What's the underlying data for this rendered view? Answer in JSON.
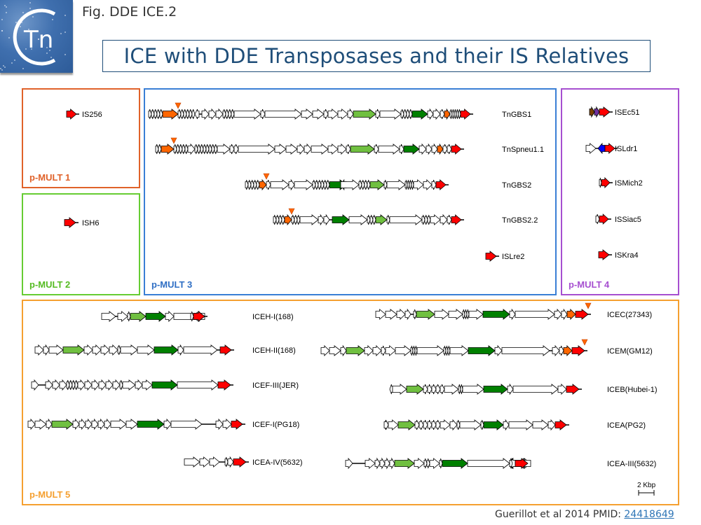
{
  "header": {
    "logo_text": "Tn",
    "fig_label": "Fig. DDE ICE.2",
    "title": "ICE with DDE Transposases and their IS Relatives"
  },
  "colors": {
    "transposase": "#ff0000",
    "relaxase": "#ff6600",
    "coupling_protein": "#70c040",
    "virB4": "#008000",
    "other_orf": "#ffffff",
    "p_mult_1": "#e0622a",
    "p_mult_2": "#66cc33",
    "p_mult_3": "#3a7fd5",
    "p_mult_4": "#a64fd0",
    "p_mult_5": "#f5a030",
    "title": "#1f4e79"
  },
  "panels": [
    {
      "id": "p-mult-1",
      "label": "p-MULT 1",
      "elements": [
        "IS256"
      ]
    },
    {
      "id": "p-mult-2",
      "label": "p-MULT 2",
      "elements": [
        "ISH6"
      ]
    },
    {
      "id": "p-mult-3",
      "label": "p-MULT 3",
      "elements": [
        "TnGBS1",
        "TnSpneu1.1",
        "TnGBS2",
        "TnGBS2.2",
        "ISLre2"
      ]
    },
    {
      "id": "p-mult-4",
      "label": "p-MULT 4",
      "elements": [
        "ISEc51",
        "ISLdr1",
        "ISMich2",
        "ISSiac5",
        "ISKra4"
      ]
    },
    {
      "id": "p-mult-5",
      "label": "p-MULT 5",
      "elements": [
        "ICEH-I(168)",
        "ICEH-II(168)",
        "ICEF-III(JER)",
        "ICEF-I(PG18)",
        "ICEA-IV(5632)",
        "ICEC(27343)",
        "ICEM(GM12)",
        "ICEB(Hubei-1)",
        "ICEA(PG2)",
        "ICEA-III(5632)"
      ]
    }
  ],
  "scale_bar": {
    "label": "2 Kbp"
  },
  "citation": {
    "text": "Guerillot et al 2014 PMID: ",
    "pmid": "24418649"
  }
}
